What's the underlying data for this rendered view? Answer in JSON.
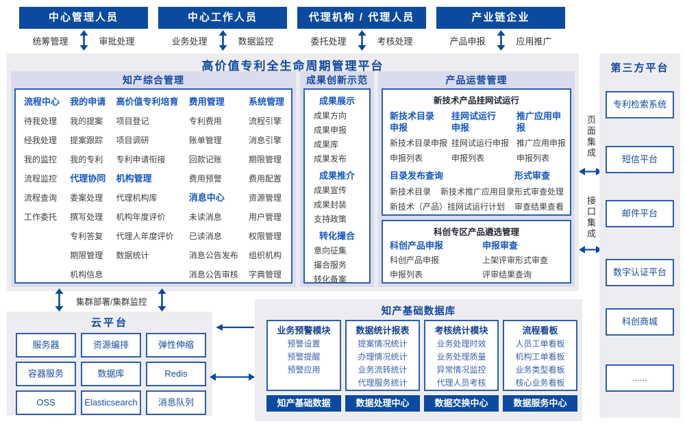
{
  "colors": {
    "navy": "#0b4a9e",
    "panel_bg": "#ededf1",
    "band_bg": "#d9dcec",
    "heading_blue": "#1557c0",
    "border_blue": "#2e5ea9"
  },
  "roles": [
    {
      "title": "中心管理人员",
      "left": "统筹管理",
      "right": "审批处理"
    },
    {
      "title": "中心工作人员",
      "left": "业务处理",
      "right": "数据监控"
    },
    {
      "title": "代理机构 / 代理人员",
      "left": "委托处理",
      "right": "考核处理"
    },
    {
      "title": "产业链企业",
      "left": "产品申报",
      "right": "应用推广"
    }
  ],
  "platform_title": "高价值专利全生命周期管理平台",
  "ip": {
    "title": "知产综合管理",
    "cols": [
      {
        "sections": [
          {
            "h": "流程中心",
            "items": [
              "待我处理",
              "经我处理",
              "我的监控",
              "流程监控",
              "流程查询",
              "工作委托"
            ]
          }
        ]
      },
      {
        "sections": [
          {
            "h": "我的申请",
            "items": [
              "我的提案",
              "提案跟踪",
              "我的专利"
            ]
          },
          {
            "h": "代理协同",
            "items": [
              "委案处理",
              "撰写处理",
              "专利答复",
              "期限管理",
              "机构信息"
            ]
          }
        ]
      },
      {
        "sections": [
          {
            "h": "高价值专利培育",
            "items": [
              "项目登记",
              "项目调研",
              "专利申请衔接"
            ]
          },
          {
            "h": "机构管理",
            "items": [
              "代理机构库",
              "机构年度评价",
              "代理人年度评价",
              "数据统计"
            ]
          }
        ]
      },
      {
        "sections": [
          {
            "h": "费用管理",
            "items": [
              "专利费用",
              "账单管理",
              "回款记账",
              "费用预警"
            ]
          },
          {
            "h": "消息中心",
            "items": [
              "未读消息",
              "已读消息",
              "消息公告发布",
              "消息公告审核"
            ]
          }
        ]
      },
      {
        "sections": [
          {
            "h": "系统管理",
            "items": [
              "流程引擎",
              "消息引擎",
              "期限管理",
              "费用配置",
              "资源管理",
              "用户管理",
              "权限管理",
              "组织机构",
              "字典管理"
            ]
          }
        ]
      }
    ]
  },
  "ach": {
    "title": "成果创新示范",
    "sections": [
      {
        "h": "成果展示",
        "items": [
          "成果方向",
          "成果申报",
          "成果库",
          "成果发布"
        ]
      },
      {
        "h": "成果推介",
        "items": [
          "成果宣传",
          "成果封装",
          "支持政策"
        ]
      },
      {
        "h": "转化撮合",
        "items": [
          "意向征集",
          "撮合服务",
          "转化备案"
        ]
      }
    ]
  },
  "prod": {
    "title": "产品运营管理",
    "trial": {
      "title": "新技术产品挂网试运行",
      "cols": [
        {
          "h": "新技术目录申报",
          "items": [
            "新技术目录申报",
            "申报列表"
          ]
        },
        {
          "h": "挂网试运行申报",
          "items": [
            "挂网试运行申报",
            "申报列表"
          ]
        },
        {
          "h": "推广应用申报",
          "items": [
            "推广应用申报",
            "申报列表"
          ]
        }
      ],
      "catalog": {
        "h": "目录发布查询",
        "line1a": "新技术目录",
        "line1b": "新技术推广应用目录",
        "line2": "新技术（产品）挂网试运行计划"
      },
      "review": {
        "h": "形式审查",
        "items": [
          "形式审查处理",
          "审查结果查看"
        ]
      }
    },
    "selection": {
      "title": "科创专区产品遴选管理",
      "cols": [
        {
          "h": "科创产品申报",
          "items": [
            "科创产品申报",
            "申报列表"
          ]
        },
        {
          "h": "申报审查",
          "items": [
            "上架评审形式审查",
            "评审结果查询"
          ]
        }
      ]
    }
  },
  "integration": {
    "page": "页面集成",
    "api": "接口集成"
  },
  "third_party": {
    "title": "第三方平台",
    "items": [
      "专利检索系统",
      "短信平台",
      "邮件平台",
      "数字认证平台",
      "科创商城",
      "......"
    ]
  },
  "cluster_label": "集群部署/集群监控",
  "cloud": {
    "title": "云平台",
    "items": [
      "服务器",
      "资源编排",
      "弹性伸缩",
      "容器服务",
      "数据库",
      "Redis",
      "OSS",
      "Elasticsearch",
      "消息队列"
    ]
  },
  "db": {
    "title": "知产基础数据库",
    "modules": [
      {
        "h": "业务预警模块",
        "items": [
          "预警设置",
          "预警提醒",
          "预警应用"
        ]
      },
      {
        "h": "数据统计报表",
        "items": [
          "提案情况统计",
          "办理情况统计",
          "业务流转统计",
          "代理服务统计"
        ]
      },
      {
        "h": "考核统计模块",
        "items": [
          "业务处理时效",
          "业务处理质量",
          "异常情况监控",
          "代理人员考核"
        ]
      },
      {
        "h": "流程看板",
        "items": [
          "人员工单看板",
          "机构工单看板",
          "业务类型看板",
          "核心业务看板"
        ]
      }
    ],
    "bars": [
      "知产基础数据",
      "数据处理中心",
      "数据交换中心",
      "数据服务中心"
    ]
  }
}
